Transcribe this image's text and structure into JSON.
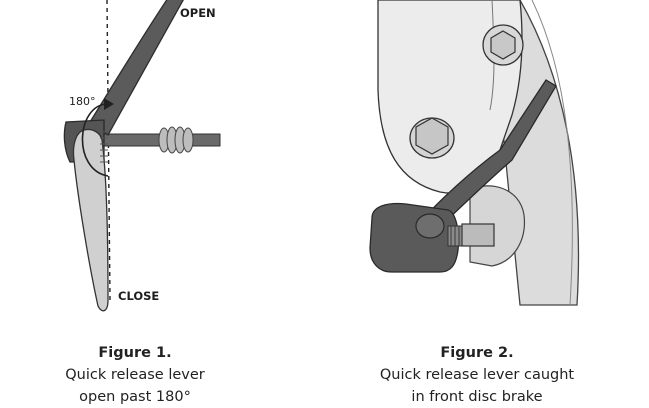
{
  "figure1": {
    "label_open": "OPEN",
    "label_close": "CLOSE",
    "label_angle": "180°",
    "caption_title": "Figure 1.",
    "caption_line1": "Quick release lever",
    "caption_line2": "open past 180°"
  },
  "figure2": {
    "caption_title": "Figure 2.",
    "caption_line1": "Quick release lever caught",
    "caption_line2": "in front disc brake"
  },
  "colors": {
    "lever_dark": "#5b5b5b",
    "lever_light": "#cfcfcf",
    "caliper_fill": "#e8e8e8",
    "rotor_fill": "#d9d9d9",
    "outline": "#333333"
  }
}
